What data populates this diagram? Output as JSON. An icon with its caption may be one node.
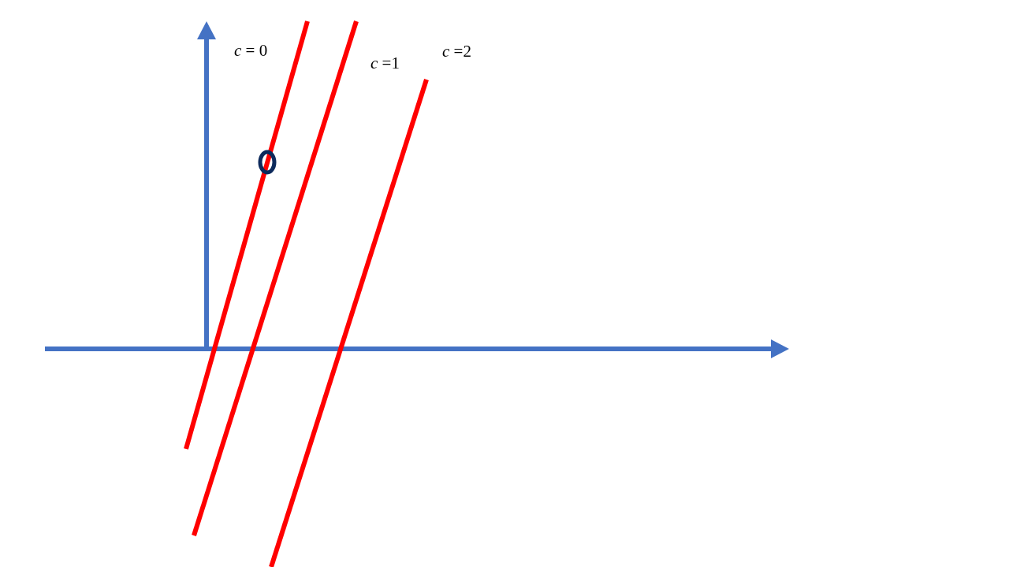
{
  "diagram": {
    "labels": [
      "*c* = 0",
      "*c* =1",
      "*c* =2"
    ]
  }
}
